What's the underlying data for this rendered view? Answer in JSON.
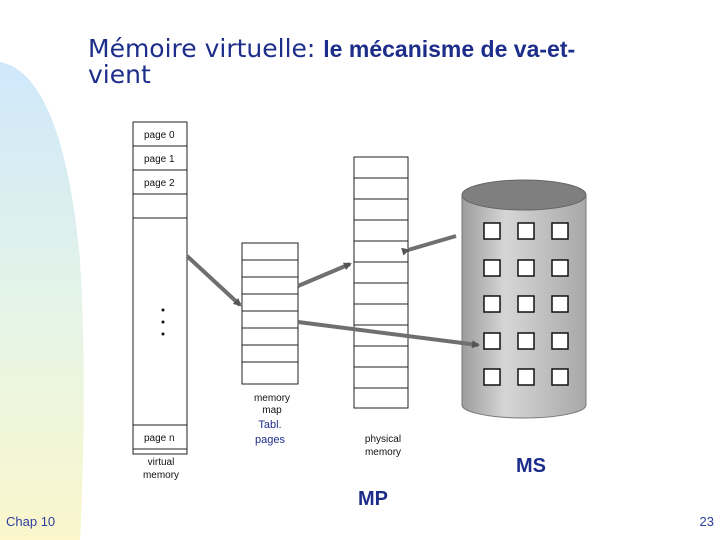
{
  "title": {
    "line1_main": "Mémoire virtuelle: ",
    "line1_sub": "le mécanisme de va-et-",
    "line2": "vient"
  },
  "virtual_memory": {
    "pages": [
      "page 0",
      "page 1",
      "page 2"
    ],
    "last_page": "page n",
    "label_line1": "virtual",
    "label_line2": "memory"
  },
  "memory_map": {
    "label_line1": "memory",
    "label_line2": "map",
    "annotation_line1": "Tabl.",
    "annotation_line2": "pages"
  },
  "physical_memory": {
    "label_line1": "physical",
    "label_line2": "memory",
    "caption": "MP"
  },
  "secondary_storage": {
    "caption": "MS"
  },
  "footer": {
    "chapter": "Chap 10",
    "page_number": "23"
  },
  "colors": {
    "title": "#1d2d8a",
    "footer": "#2b3f9b",
    "cylinder_top": "#7f7f7f",
    "cylinder_body": "#c8c8c8",
    "arrow": "#6f6f6f"
  }
}
